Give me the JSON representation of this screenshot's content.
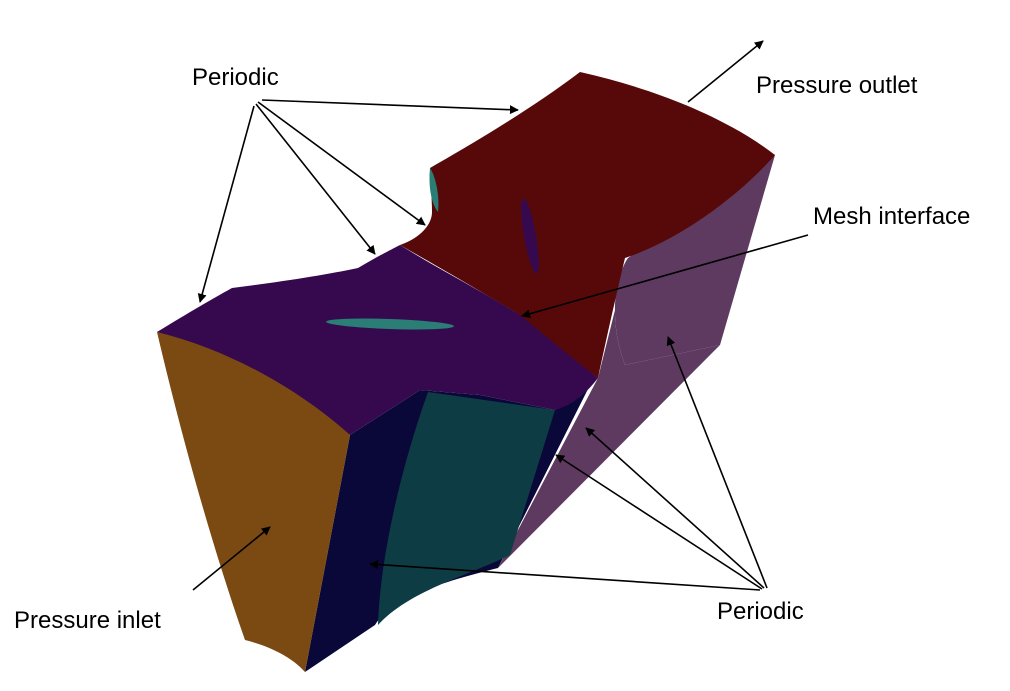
{
  "labels": {
    "periodic_top": "Periodic",
    "pressure_outlet": "Pressure outlet",
    "mesh_interface": "Mesh interface",
    "pressure_inlet": "Pressure inlet",
    "periodic_bottom": "Periodic"
  },
  "colors": {
    "inlet_face": "#7a4a12",
    "outlet_top_face": "#570909",
    "outlet_side_face": "#5e3a60",
    "inlet_top_face": "#36094f",
    "dark_passage": "#0a0838",
    "teal_surface": "#0e3c45",
    "blade": "#2a7e76",
    "arrow": "#000000"
  }
}
